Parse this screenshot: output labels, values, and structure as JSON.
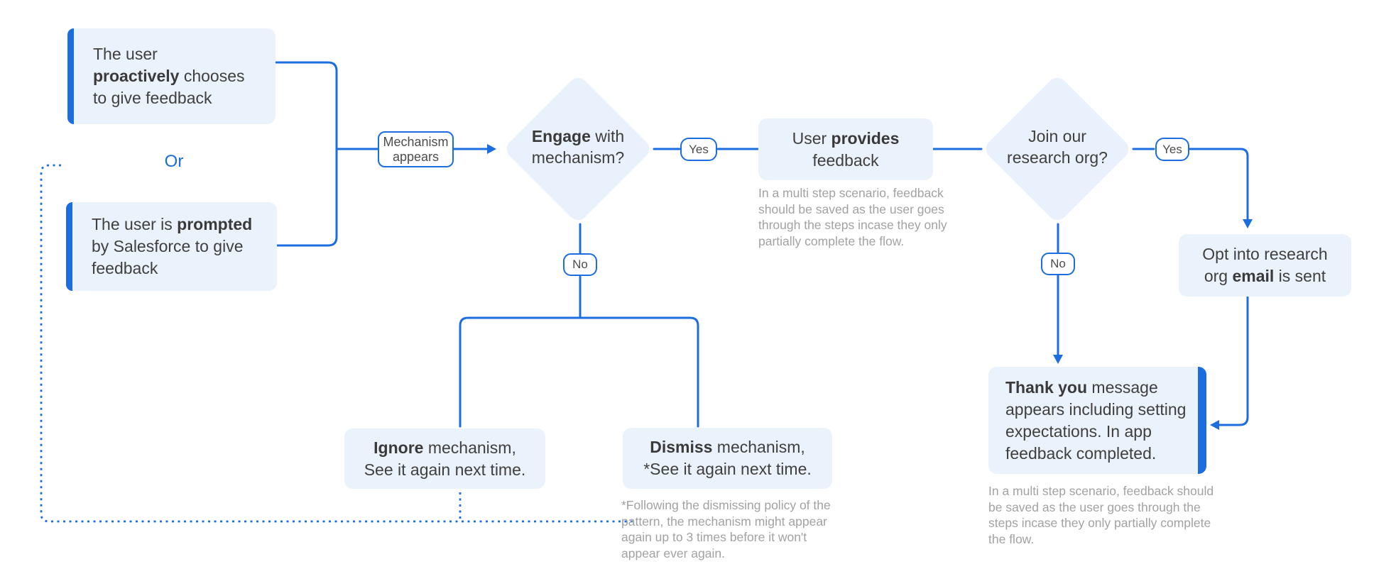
{
  "colors": {
    "line_blue": "#1b6de0",
    "box_fill": "#eaf2fc",
    "diamond_fill": "#e9f1fc",
    "dark_text": "#3f3f3e",
    "muted_text": "#a2a2a2",
    "pill_bg": "#ffffff"
  },
  "flow": {
    "sources": {
      "proactive": {
        "lines": [
          {
            "pre": "The user"
          },
          {
            "bold": "proactively",
            "post": " chooses"
          },
          {
            "pre": "to give feedback"
          }
        ]
      },
      "or_label": "Or",
      "prompted": {
        "lines": [
          {
            "pre": "The user is ",
            "bold": "prompted"
          },
          {
            "pre": "by Salesforce to give"
          },
          {
            "pre": "feedback"
          }
        ]
      }
    },
    "mechanism_tag": {
      "lines": [
        "Mechanism",
        "appears"
      ]
    },
    "decision_engage": {
      "lines": [
        {
          "bold": "Engage",
          "post": " with"
        },
        {
          "pre": "mechanism?"
        }
      ],
      "yes": "Yes",
      "no": "No"
    },
    "provides": {
      "lines": [
        {
          "pre": "User ",
          "bold": "provides"
        },
        {
          "pre": "feedback"
        }
      ],
      "note_lines": [
        "In a multi step scenario, feedback",
        "should be saved as the user goes",
        "through the steps incase they only",
        "partially complete the flow."
      ]
    },
    "decision_join": {
      "lines": [
        {
          "pre": "Join our"
        },
        {
          "pre": "research org?"
        }
      ],
      "yes": "Yes",
      "no": "No"
    },
    "opt_email": {
      "lines": [
        {
          "pre": "Opt into research"
        },
        {
          "pre": "org ",
          "bold": "email",
          "post": " is sent"
        }
      ]
    },
    "ignore": {
      "lines": [
        {
          "bold": "Ignore",
          "post": " mechanism,"
        },
        {
          "pre": "See it again next time."
        }
      ]
    },
    "dismiss": {
      "lines": [
        {
          "bold": "Dismiss",
          "post": " mechanism,"
        },
        {
          "pre": "*See it again next time."
        }
      ],
      "note_lines": [
        "*Following the dismissing policy of the",
        "pattern, the mechanism might appear",
        "again up to 3 times before it won't",
        "appear ever again."
      ]
    },
    "thank": {
      "lines": [
        {
          "bold": "Thank you",
          "post": " message"
        },
        {
          "pre": "appears including setting"
        },
        {
          "pre": "expectations. In app"
        },
        {
          "pre": "feedback completed."
        }
      ],
      "note_lines": [
        "In a multi step scenario, feedback should",
        "be saved as the user goes through the",
        "steps incase they only partially complete",
        "the flow."
      ]
    }
  }
}
